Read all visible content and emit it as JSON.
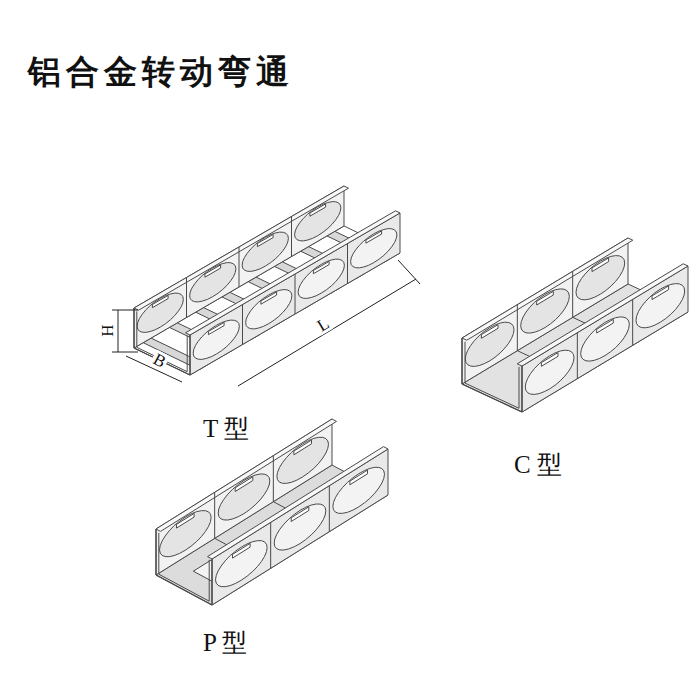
{
  "diagram": {
    "title": "铝合金转动弯通",
    "labels": [
      "H",
      "B",
      "L",
      "T 型",
      "C 型",
      "P 型"
    ]
  }
}
